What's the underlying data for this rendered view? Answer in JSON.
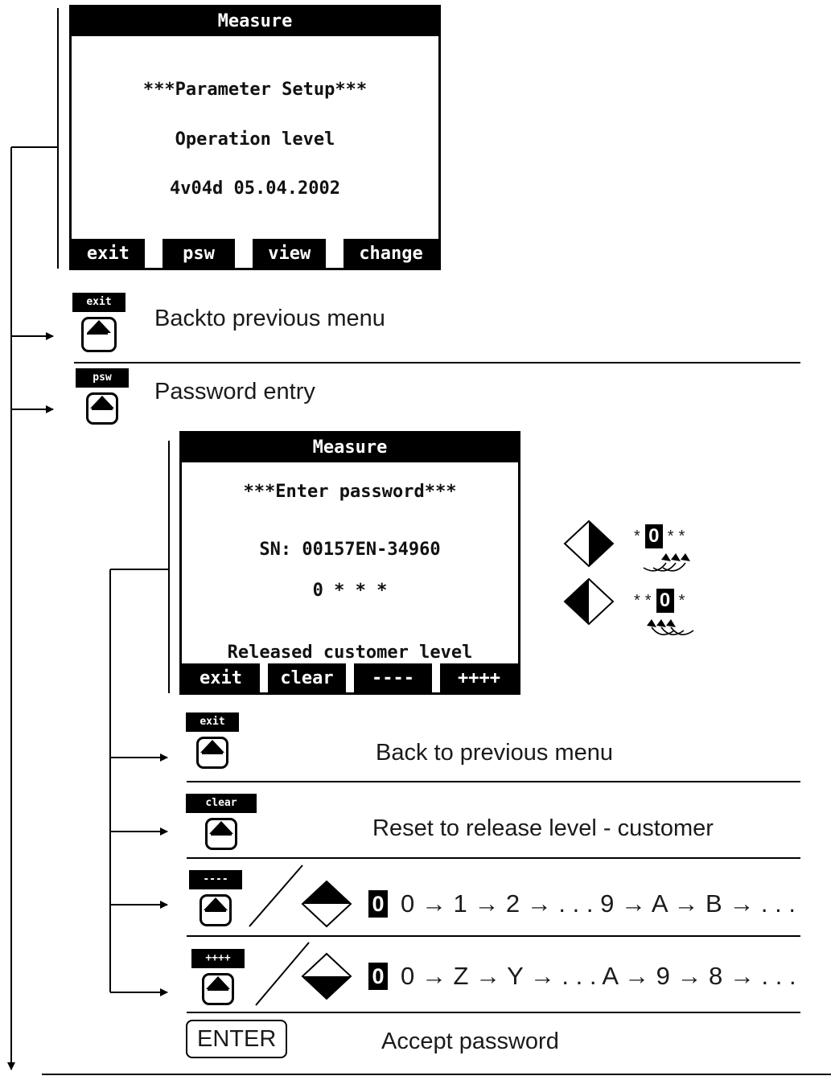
{
  "screen1": {
    "title": "Measure",
    "lines": [
      "***Parameter Setup***",
      "Operation level",
      "4v04d 05.04.2002"
    ],
    "softkeys": [
      "exit",
      "psw",
      "view",
      "change"
    ]
  },
  "main_options": [
    {
      "key_label": "exit",
      "description": "Backto previous menu"
    },
    {
      "key_label": "psw",
      "description": "Password entry"
    }
  ],
  "screen2": {
    "title": "Measure",
    "lines": [
      "***Enter password***",
      "SN: 00157EN-34960",
      "0 * * *",
      "Released customer level"
    ],
    "softkeys": [
      "exit",
      "clear",
      "----",
      "++++"
    ]
  },
  "cursor_examples": [
    {
      "mask": [
        "*",
        "0",
        "*",
        "*"
      ],
      "highlight": 1
    },
    {
      "mask": [
        "*",
        "*",
        "0",
        "*"
      ],
      "highlight": 2
    }
  ],
  "psw_options": [
    {
      "key_label": "exit",
      "description": "Back to previous menu"
    },
    {
      "key_label": "clear",
      "description": "Reset to release level - customer"
    },
    {
      "key_label": "----",
      "digit": "0",
      "sequence": "0 → 1 → 2 → . . . 9 → A → B → . . ."
    },
    {
      "key_label": "++++",
      "digit": "0",
      "sequence": "0 → Z → Y → . . . A → 9 → 8 → . . ."
    }
  ],
  "enter_key": {
    "label": "ENTER",
    "description": "Accept password"
  }
}
